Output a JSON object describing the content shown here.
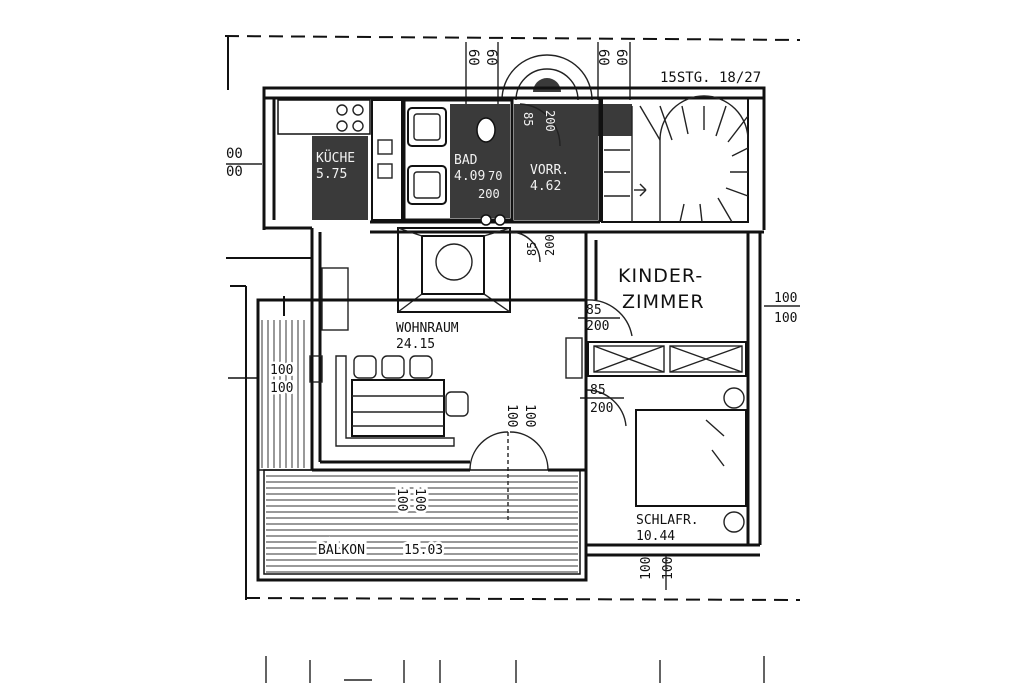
{
  "labels": {
    "stair": "15STG. 18/27",
    "kitchen_name": "KÜCHE",
    "kitchen_area": "5.75",
    "bath_name": "BAD",
    "bath_area": "4.09",
    "bath_door_top": "70",
    "bath_door_bottom": "200",
    "hall_name": "VORR.",
    "hall_area": "4.62",
    "living_name": "WOHNRAUM",
    "living_area": "24.15",
    "kinder_line1": "KINDER-",
    "kinder_line2": "ZIMMER",
    "schlaf_name": "SCHLAFR.",
    "schlaf_area": "10.44",
    "balkon_name": "BALKON",
    "balkon_area": "15.03",
    "door_top": "85",
    "door_bottom": "200",
    "win_top": "100",
    "win_bottom": "100",
    "top_60": "60",
    "left_00": "00"
  }
}
